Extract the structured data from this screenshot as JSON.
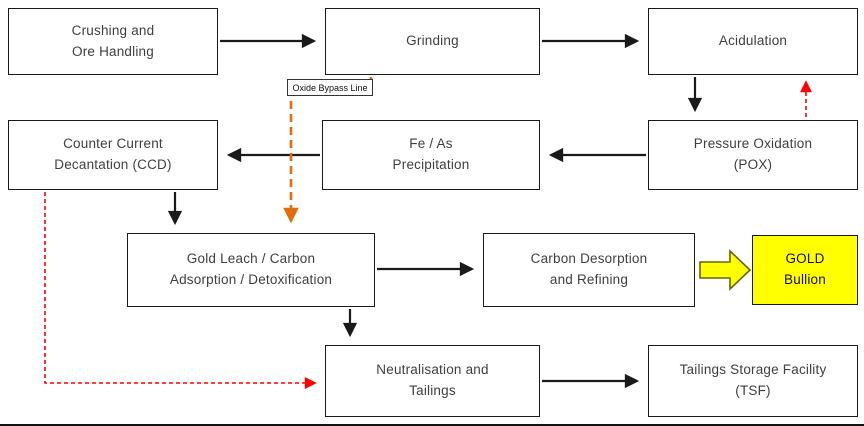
{
  "boxes": {
    "crushing": {
      "label": "Crushing and\nOre Handling"
    },
    "grinding": {
      "label": "Grinding"
    },
    "acidulation": {
      "label": "Acidulation"
    },
    "ccd": {
      "label": "Counter Current\nDecantation (CCD)"
    },
    "feas": {
      "label": "Fe / As\nPrecipitation"
    },
    "pox": {
      "label": "Pressure Oxidation\n(POX)"
    },
    "gold_leach": {
      "label": "Gold Leach / Carbon\nAdsorption / Detoxification"
    },
    "carbon_desorption": {
      "label": "Carbon Desorption\nand Refining"
    },
    "gold_bullion": {
      "label": "GOLD\nBullion"
    },
    "neutralisation": {
      "label": "Neutralisation and\nTailings"
    },
    "tsf": {
      "label": "Tailings Storage Facility\n(TSF)"
    }
  },
  "annotations": {
    "oxide_bypass": "Oxide Bypass Line"
  },
  "colors": {
    "box_border": "#1a1a1a",
    "text": "#3f3f3f",
    "arrow_black": "#1a1a1a",
    "orange_dash": "#e36c0a",
    "red_dash": "#ff0000",
    "gold_fill": "#ffff00"
  }
}
